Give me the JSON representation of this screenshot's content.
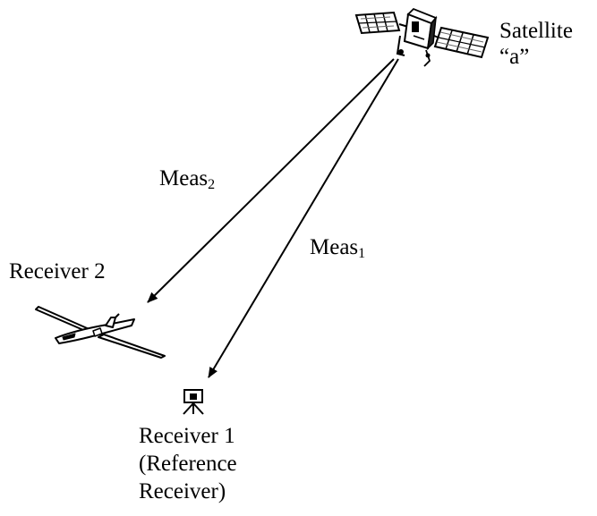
{
  "satellite": {
    "line1": "Satellite",
    "line2": "“a”"
  },
  "measurements": {
    "meas2": {
      "base": "Meas",
      "sub": "2"
    },
    "meas1": {
      "base": "Meas",
      "sub": "1"
    }
  },
  "receiver2": {
    "label": "Receiver 2"
  },
  "receiver1": {
    "line1": "Receiver 1",
    "line2": "(Reference",
    "line3": "Receiver)"
  },
  "colors": {
    "ink": "#000000",
    "background": "#ffffff"
  },
  "icons": {
    "satellite": "satellite-icon",
    "aircraft": "aircraft-icon",
    "reference_receiver": "tripod-receiver-icon"
  }
}
